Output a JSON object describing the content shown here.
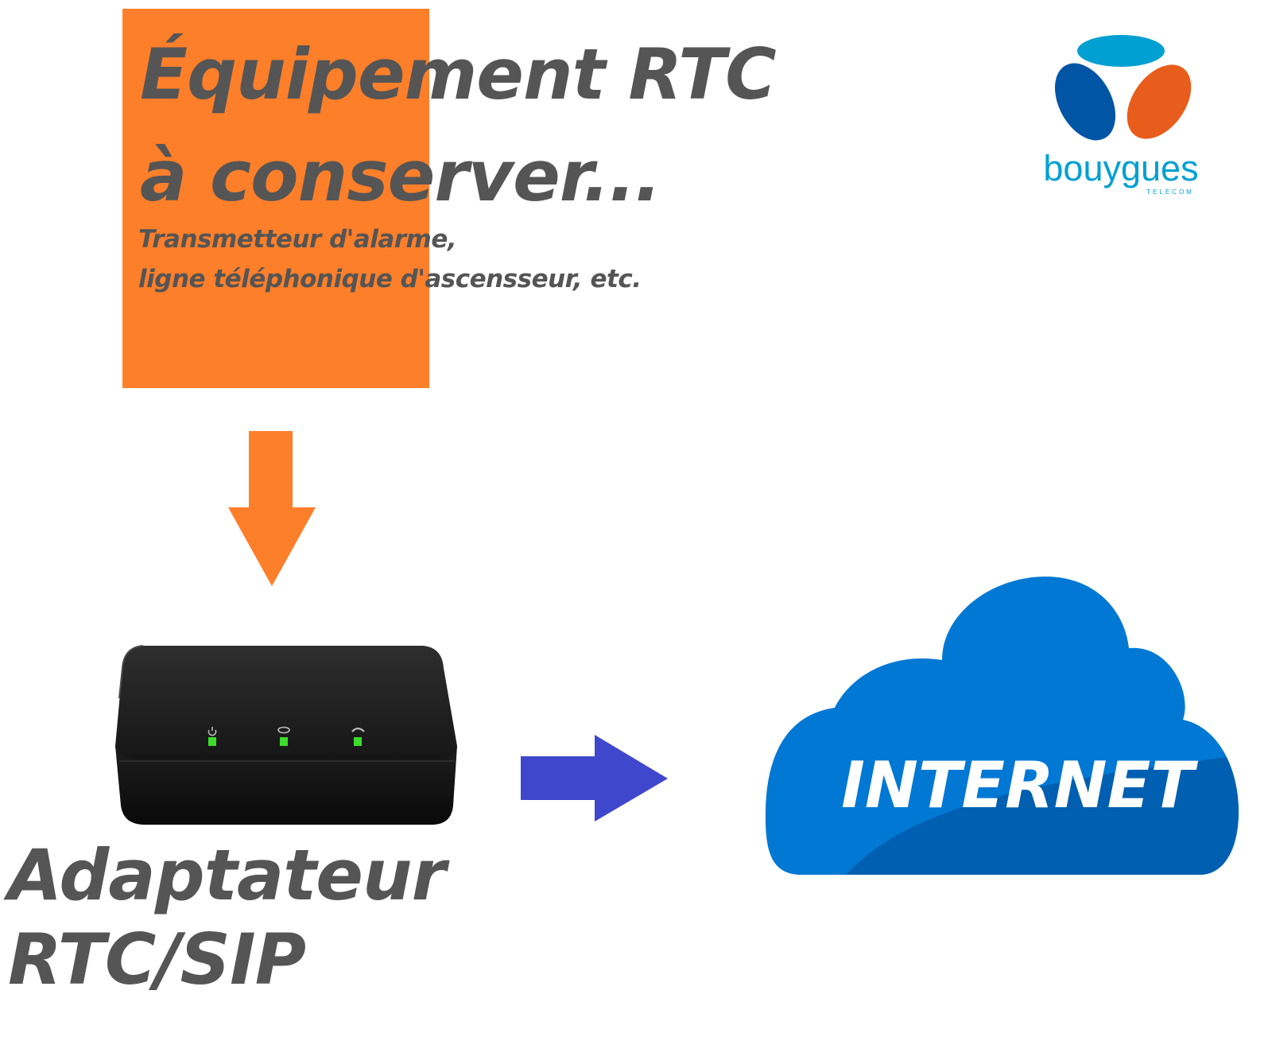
{
  "equipment": {
    "title_line1": "Équipement RTC",
    "title_line2": "à conserver...",
    "desc_line1": "Transmetteur d'alarme,",
    "desc_line2": "ligne téléphonique d'ascensseur, etc."
  },
  "adapter": {
    "label_line1": "Adaptateur",
    "label_line2": "RTC/SIP"
  },
  "cloud": {
    "label": "INTERNET"
  },
  "logo": {
    "brand": "bouygues",
    "tagline": "TELECOM"
  },
  "colors": {
    "orange": "#fe7f2a",
    "text_gray": "#555555",
    "arrow_blue": "#3f48cc",
    "cloud_blue": "#0078d4",
    "logo_cyan": "#00a0d2",
    "logo_navy": "#0055a4",
    "logo_orange": "#e85d1c"
  },
  "icons": [
    "power-icon",
    "network-icon",
    "phone-icon"
  ]
}
